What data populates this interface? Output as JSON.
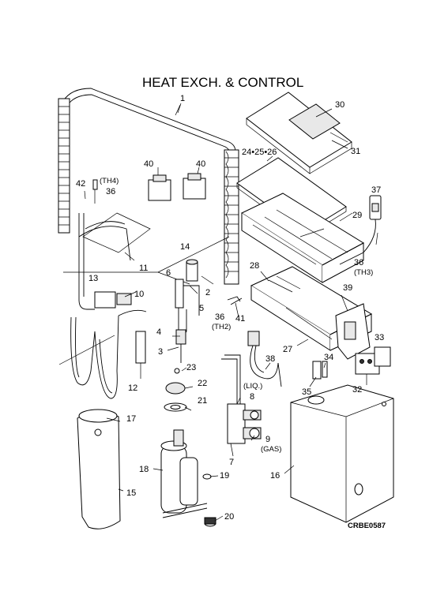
{
  "title": "HEAT EXCH. & CONTROL",
  "drawing_code": "CRBE0587",
  "callouts": {
    "c1": "1",
    "c2": "2",
    "c3": "3",
    "c4": "4",
    "c5": "5",
    "c6": "6",
    "c7": "7",
    "c8": "8",
    "c9": "9",
    "c10": "10",
    "c11": "11",
    "c12": "12",
    "c13": "13",
    "c14": "14",
    "c15": "15",
    "c16": "16",
    "c17": "17",
    "c18": "18",
    "c19": "19",
    "c20": "20",
    "c21": "21",
    "c22": "22",
    "c23": "23",
    "c24": "24•25•26",
    "c27": "27",
    "c28": "28",
    "c29": "29",
    "c30": "30",
    "c31": "31",
    "c32": "32",
    "c33": "33",
    "c34": "34",
    "c35": "35",
    "c36a": "36",
    "c36b": "36",
    "c36c": "36",
    "c37": "37",
    "c38": "38",
    "c39": "39",
    "c40a": "40",
    "c40b": "40",
    "c41": "41",
    "c42": "42",
    "th4": "(TH4)",
    "th3": "(TH3)",
    "th2": "(TH2)",
    "liq": "(LIQ.)",
    "gas": "(GAS)"
  }
}
